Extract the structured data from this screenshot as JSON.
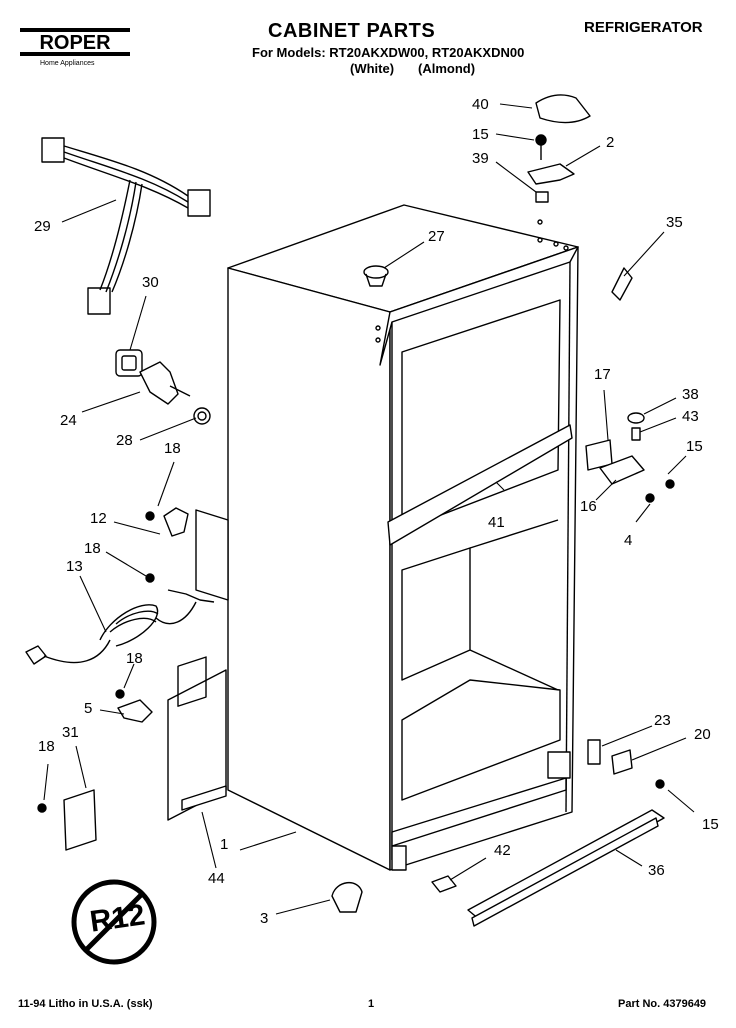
{
  "header": {
    "brand": "ROPER",
    "brand_tagline": "Home Appliances",
    "title": "CABINET PARTS",
    "category": "REFRIGERATOR",
    "models_line": "For Models: RT20AKXDW00, RT20AKXDN00",
    "variant_white": "(White)",
    "variant_almond": "(Almond)"
  },
  "callouts": [
    "40",
    "15",
    "2",
    "39",
    "35",
    "27",
    "29",
    "30",
    "24",
    "28",
    "18",
    "12",
    "18",
    "13",
    "18",
    "5",
    "31",
    "18",
    "17",
    "38",
    "43",
    "15",
    "16",
    "4",
    "41",
    "23",
    "20",
    "15",
    "36",
    "42",
    "1",
    "44",
    "3"
  ],
  "badge": {
    "text": "R12"
  },
  "footer": {
    "left": "11-94 Litho in U.S.A. (ssk)",
    "page": "1",
    "part_no": "Part No. 4379649"
  }
}
